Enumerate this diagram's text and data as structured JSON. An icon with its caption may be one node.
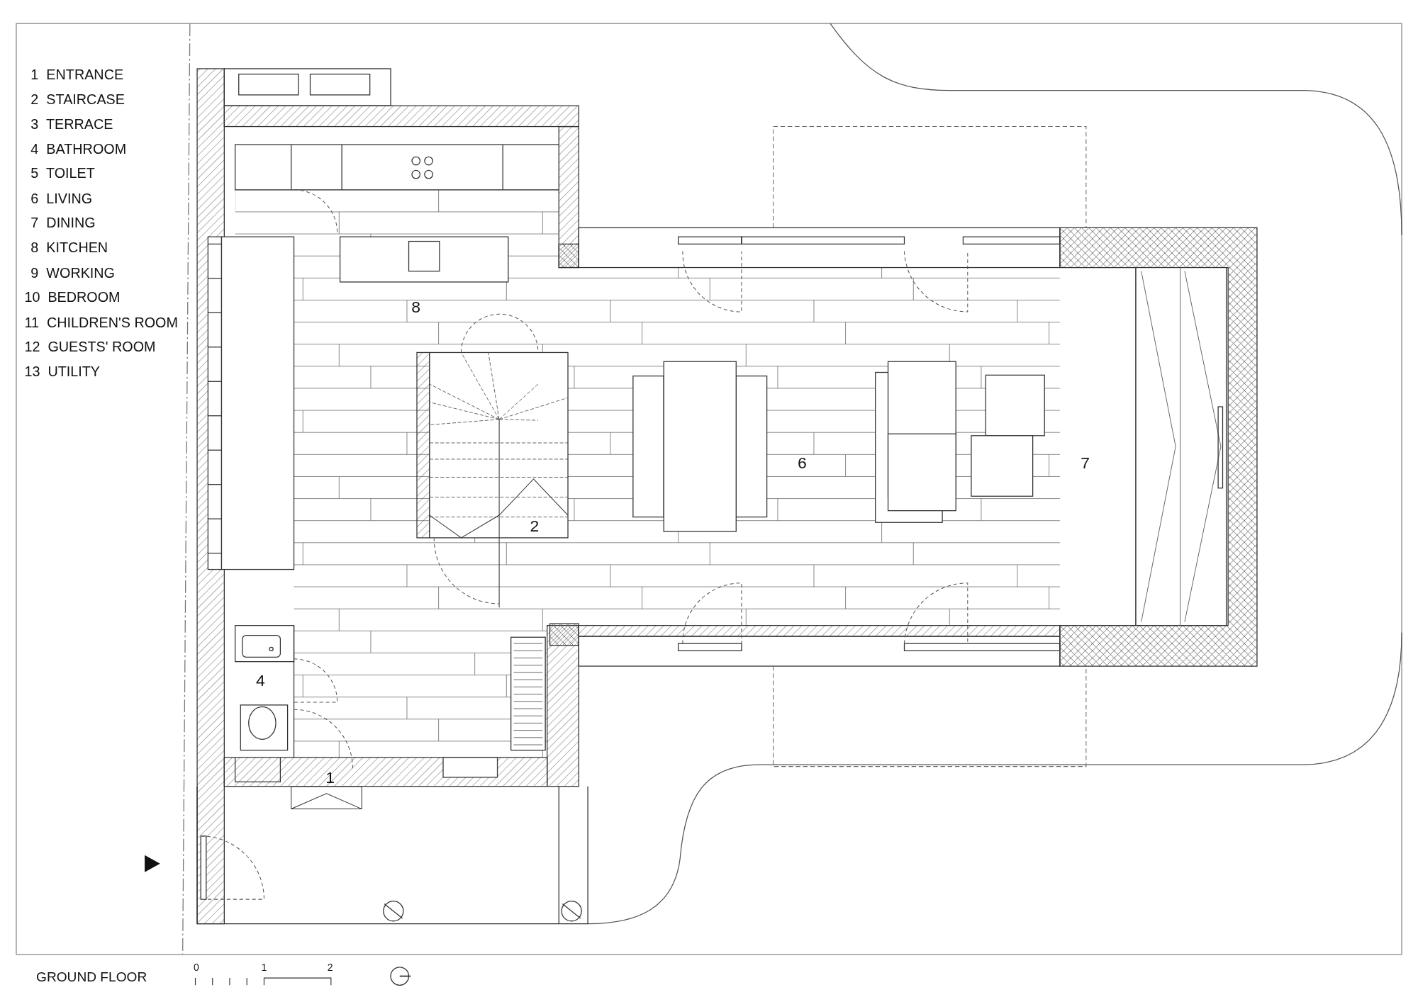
{
  "diagram": {
    "caption": "GROUND FLOOR",
    "labels": [
      "1  ENTRANCE",
      "2  STAIRCASE",
      "3  TERRACE",
      "4  BATHROOM",
      "5  TOILET",
      "6  LIVING",
      "7  DINING",
      "8  KITCHEN",
      "9  WORKING",
      "10  BEDROOM",
      "11  CHILDREN'S ROOM",
      "12  GUESTS' ROOM",
      "13  UTILITY",
      "8",
      "2",
      "6",
      "7",
      "4",
      "1",
      "0",
      "1",
      "2"
    ]
  }
}
